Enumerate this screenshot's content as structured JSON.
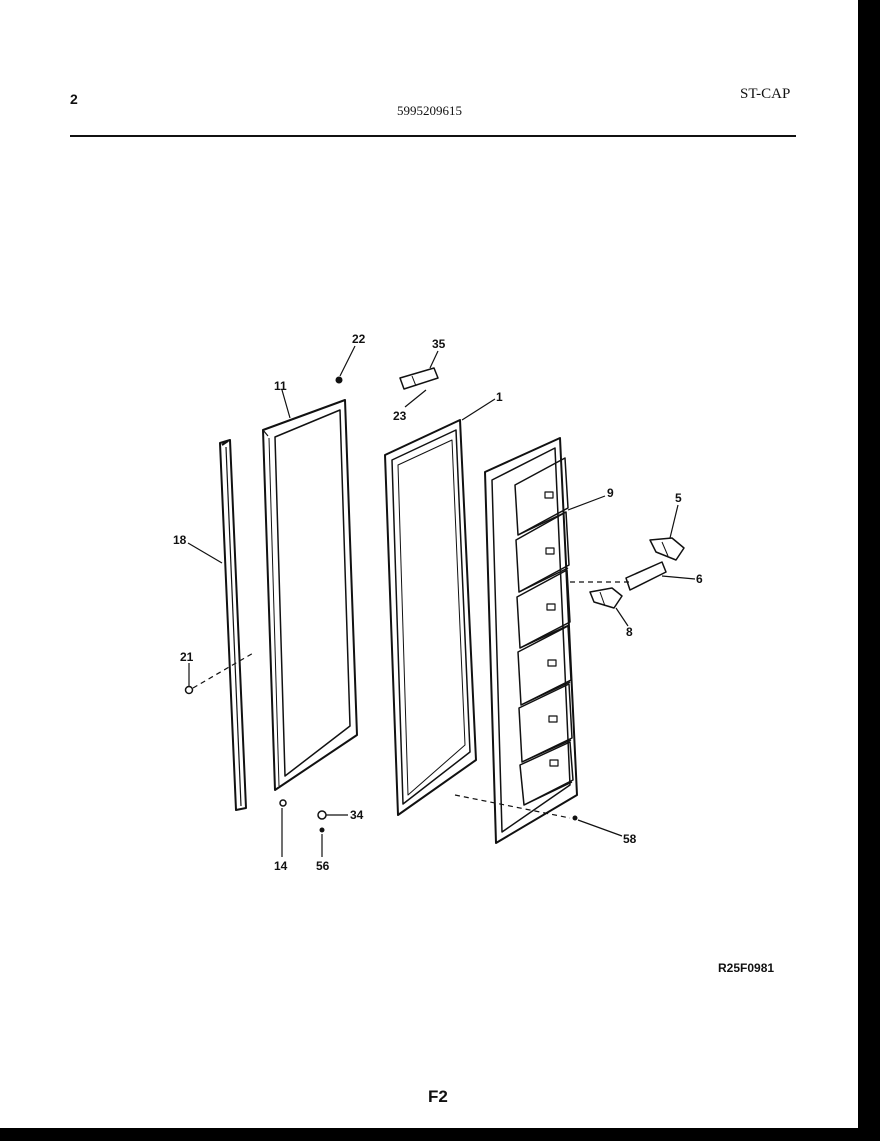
{
  "header": {
    "page_number": "2",
    "model_number": "5995209615",
    "code": "ST-CAP"
  },
  "figure": {
    "drawing_code": "R25F0981",
    "figure_label": "F2"
  },
  "callouts": {
    "c22": "22",
    "c35": "35",
    "c11": "11",
    "c23": "23",
    "c1": "1",
    "c18": "18",
    "c9": "9",
    "c5": "5",
    "c6": "6",
    "c8": "8",
    "c21": "21",
    "c34": "34",
    "c14": "14",
    "c56": "56",
    "c58": "58"
  }
}
